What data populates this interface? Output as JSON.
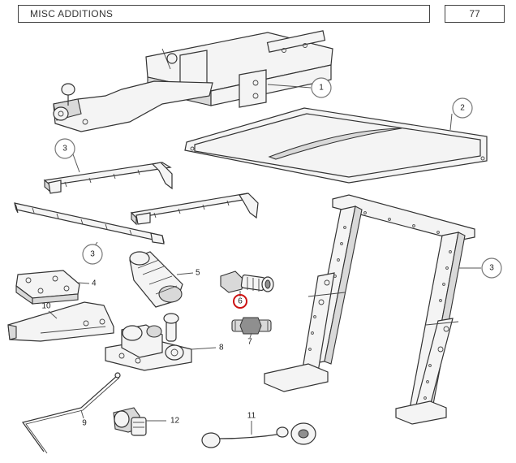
{
  "header": {
    "title": "MISC ADDITIONS",
    "page_number": "77"
  },
  "callouts": [
    {
      "id": "1",
      "label": "1"
    },
    {
      "id": "2",
      "label": "2"
    },
    {
      "id": "3a",
      "label": "3"
    },
    {
      "id": "3b",
      "label": "3"
    },
    {
      "id": "3c",
      "label": "3"
    },
    {
      "id": "4",
      "label": "4"
    },
    {
      "id": "5",
      "label": "5"
    },
    {
      "id": "6",
      "label": "6"
    },
    {
      "id": "7",
      "label": "7"
    },
    {
      "id": "8",
      "label": "8"
    },
    {
      "id": "9",
      "label": "9"
    },
    {
      "id": "10",
      "label": "10"
    },
    {
      "id": "11",
      "label": "11"
    },
    {
      "id": "12",
      "label": "12"
    }
  ],
  "colors": {
    "outline": "#333333",
    "callout_circle": "#777777",
    "highlight_circle": "#cc1111"
  }
}
